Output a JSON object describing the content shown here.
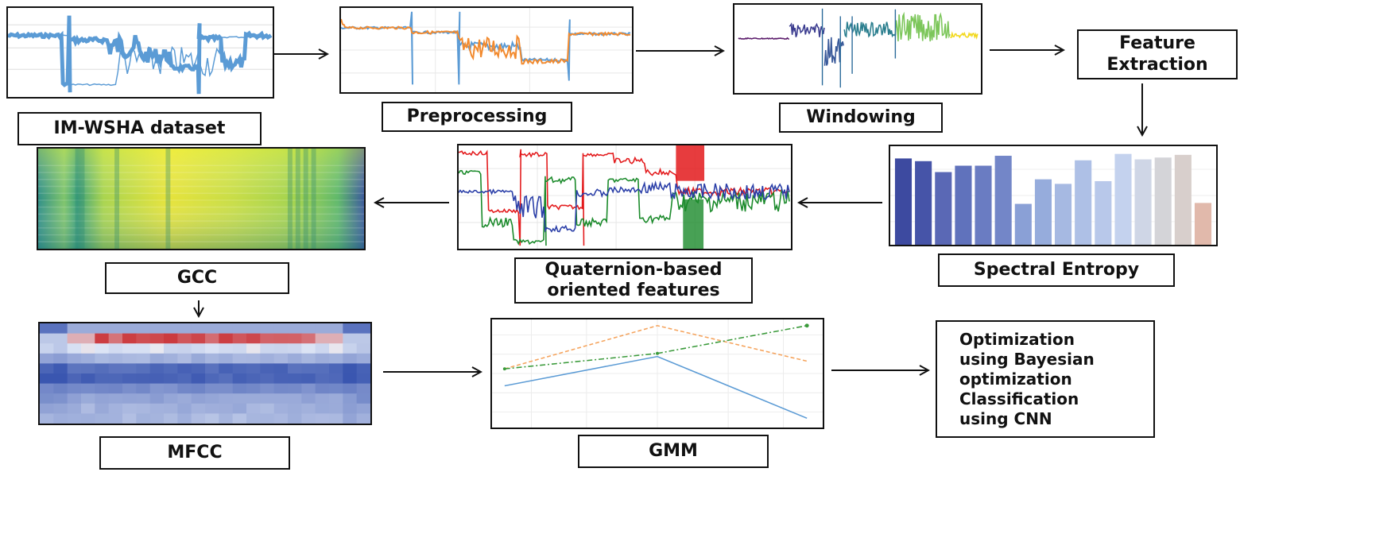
{
  "stages": {
    "dataset": "IM-WSHA dataset",
    "preprocessing": "Preprocessing",
    "windowing": "Windowing",
    "feature_extraction": "Feature\nExtraction",
    "spectral_entropy": "Spectral Entropy",
    "quaternion": "Quaternion-based\noriented features",
    "gcc": "GCC",
    "mfcc": "MFCC",
    "gmm": "GMM",
    "optimization": "Optimization\nusing Bayesian\noptimization\nClassification\nusing CNN"
  },
  "colors": {
    "signal_blue": "#5b9bd5",
    "signal_orange": "#f28a2e",
    "quat_red": "#e31a1c",
    "quat_green": "#1a8a2a",
    "quat_blue": "#2b3fa8",
    "mfcc_red": "#c8262a",
    "mfcc_blue": "#3a56b0",
    "gmm_blue": "#5b9bd5",
    "gmm_orange": "#f5a35c",
    "gmm_green": "#3a9a3a"
  },
  "chart_data": [
    {
      "type": "bar",
      "name_ref": "spectral-entropy-thumbnail",
      "values": [
        0.95,
        0.92,
        0.8,
        0.87,
        0.87,
        0.98,
        0.45,
        0.72,
        0.67,
        0.93,
        0.7,
        1.0,
        0.94,
        0.96,
        0.99,
        0.46
      ]
    }
  ]
}
